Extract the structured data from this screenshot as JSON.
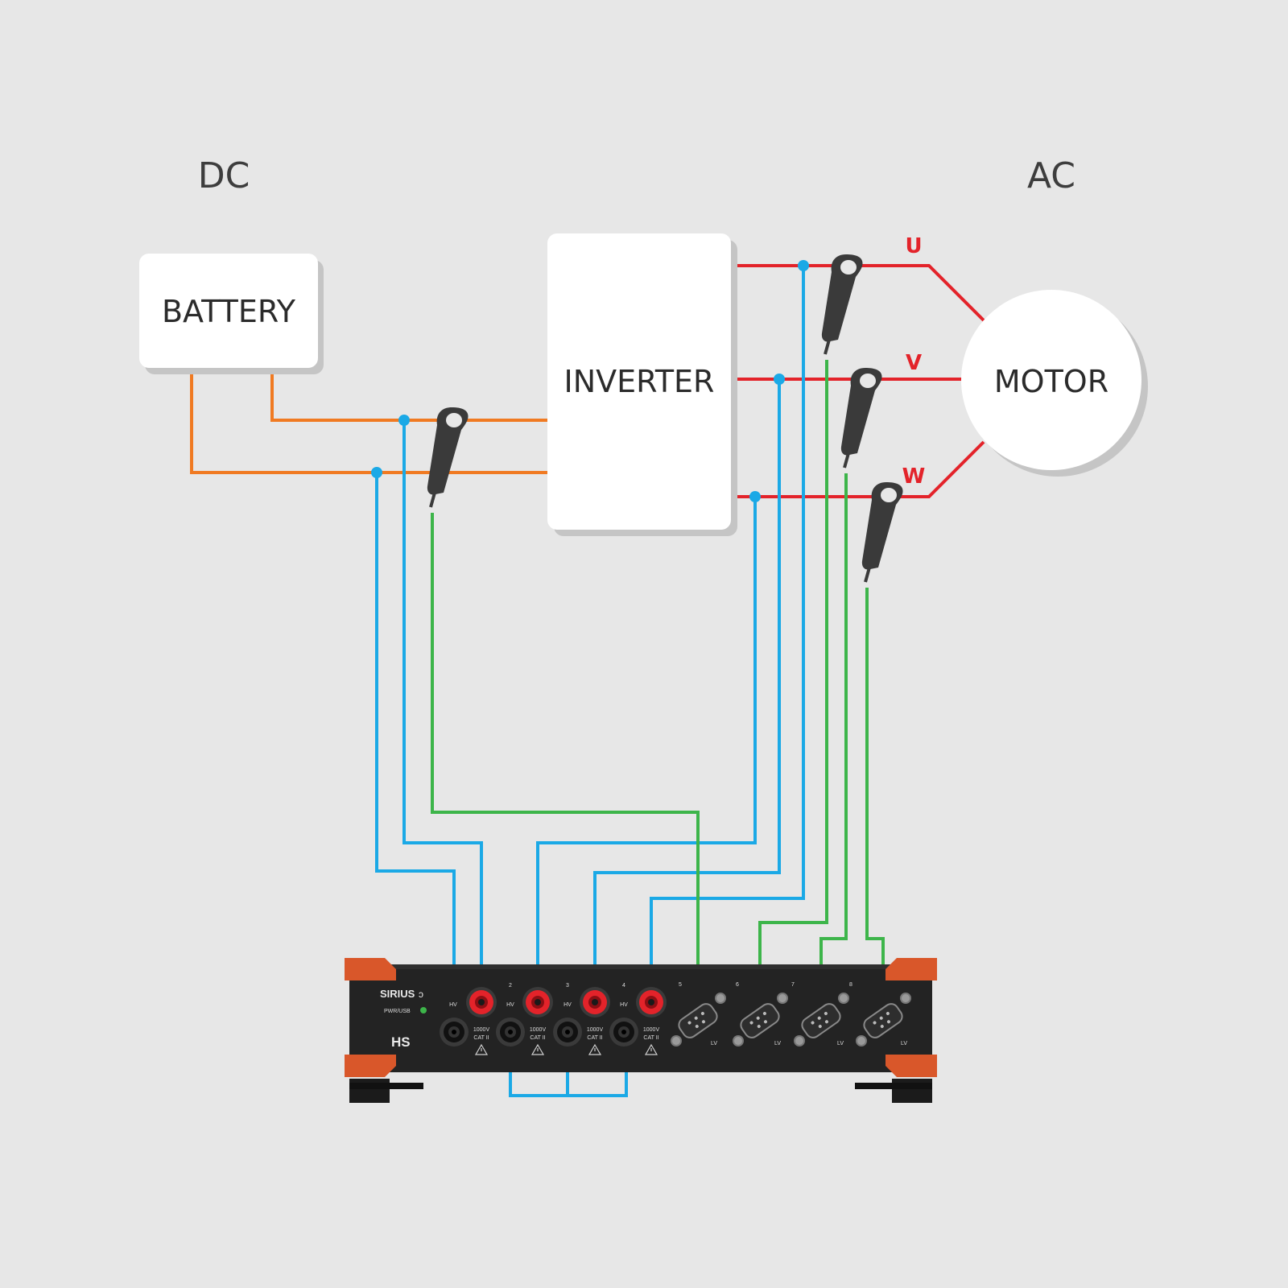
{
  "labels": {
    "dc": "DC",
    "ac": "AC"
  },
  "blocks": {
    "battery": "BATTERY",
    "inverter": "INVERTER",
    "motor": "MOTOR"
  },
  "phases": {
    "u": "U",
    "v": "V",
    "w": "W"
  },
  "device": {
    "brand": "SIRIUS",
    "model": "HS",
    "pwr": "PWR/USB",
    "hv_label": "HV",
    "lv_label": "LV",
    "rating_top": "1000V",
    "rating_bottom": "CAT II",
    "channels": [
      "",
      "2",
      "3",
      "4",
      "5",
      "6",
      "7",
      "8"
    ]
  },
  "colors": {
    "background": "#e7e7e7",
    "dc_wire": "#f07a22",
    "ac_wire": "#e3232a",
    "voltage_wire": "#1ba9e6",
    "current_wire": "#3db54a",
    "device_body": "#232323",
    "device_bumper": "#d9572a",
    "clamp": "#3a3a3a"
  },
  "icons": {
    "clamp": "current-clamp-icon",
    "warning": "warning-triangle-icon",
    "logo": "sirius-logo-icon"
  }
}
